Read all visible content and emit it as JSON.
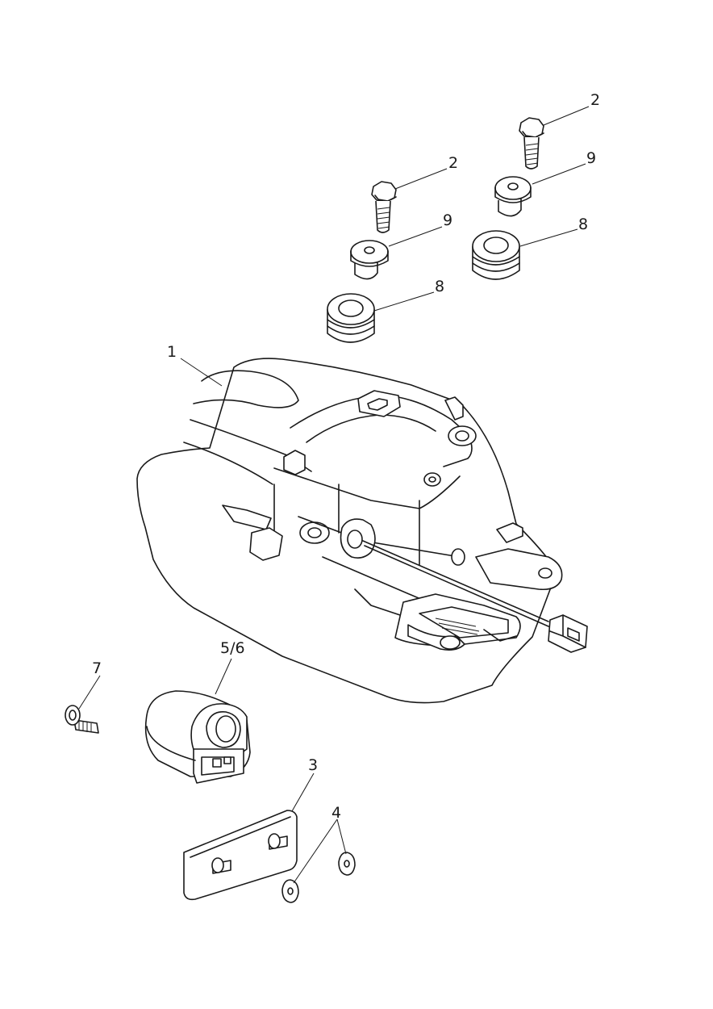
{
  "callouts": {
    "c1": "1",
    "c2a": "2",
    "c2b": "2",
    "c3": "3",
    "c4": "4",
    "c56": "5/6",
    "c7": "7",
    "c8a": "8",
    "c8b": "8",
    "c9a": "9",
    "c9b": "9"
  },
  "colors": {
    "ink": "#1a1a1a",
    "paper": "#ffffff"
  }
}
